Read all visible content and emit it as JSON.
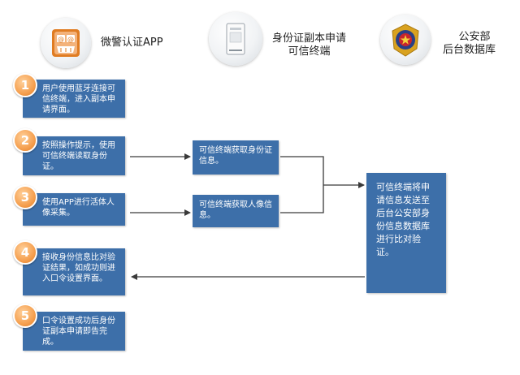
{
  "actors": {
    "app": {
      "label": "微警认证APP"
    },
    "terminal": {
      "label_line1": "身份证副本申请",
      "label_line2": "可信终端"
    },
    "police": {
      "label_line1": "公安部",
      "label_line2": "后台数据库"
    }
  },
  "steps": [
    {
      "number": "1",
      "text": "用户使用蓝牙连接可信终端，进入副本申请界面。"
    },
    {
      "number": "2",
      "text": "按照操作提示，使用可信终端读取身份证。"
    },
    {
      "number": "3",
      "text": "使用APP进行活体人像采集。"
    },
    {
      "number": "4",
      "text": "接收身份信息比对验证结果，如成功则进入口令设置界面。"
    },
    {
      "number": "5",
      "text": "口令设置成功后身份证副本申请即告完成。"
    }
  ],
  "terminal_steps": [
    {
      "text": "可信终端获取身份证信息。"
    },
    {
      "text": "可信终端获取人像信息。"
    }
  ],
  "database_step": {
    "text": "可信终端将申请信息发送至后台公安部身份信息数据库进行比对验证。"
  },
  "colors": {
    "box": "#3d6fa9",
    "badge": "#f5a050",
    "arrow": "#3a3a3a"
  },
  "icons": {
    "app": "face-app-icon",
    "terminal": "card-reader-icon",
    "police": "police-emblem-icon"
  }
}
